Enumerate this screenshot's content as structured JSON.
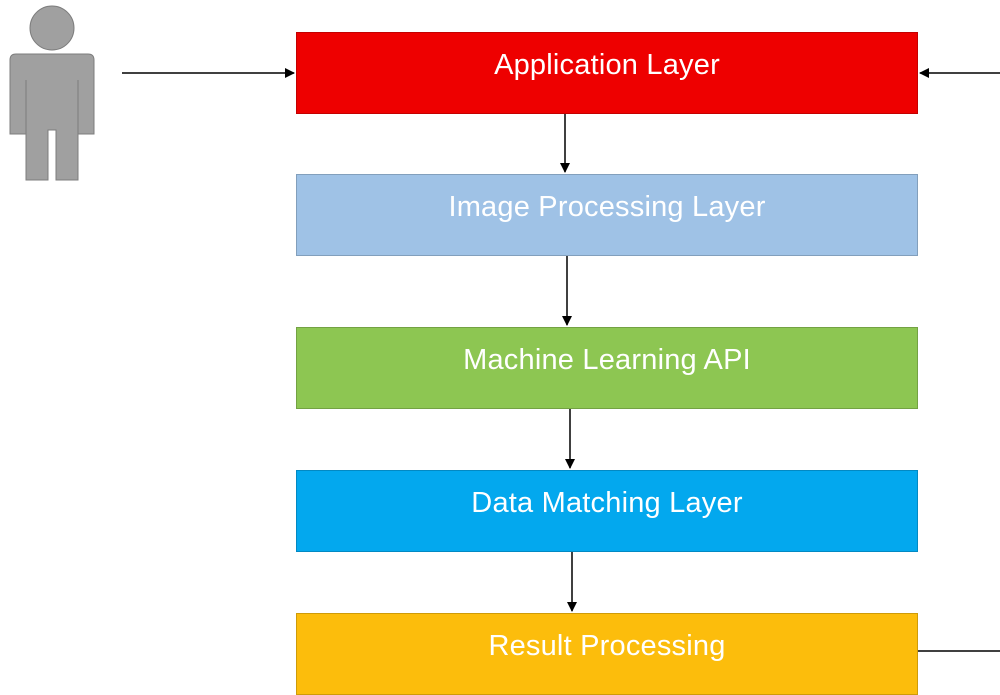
{
  "actor": {
    "icon": "user-icon"
  },
  "layers": [
    {
      "id": "application",
      "label": "Application Layer",
      "color": "#ee0000"
    },
    {
      "id": "image",
      "label": "Image Processing Layer",
      "color": "#9fc2e6"
    },
    {
      "id": "ml",
      "label": "Machine Learning API",
      "color": "#8dc652"
    },
    {
      "id": "data",
      "label": "Data Matching Layer",
      "color": "#03a8ee"
    },
    {
      "id": "result",
      "label": "Result Processing",
      "color": "#fcbd0c"
    }
  ],
  "connectors": {
    "user_to_application": "arrow",
    "feedback_to_application": "arrow",
    "flow_between_layers": "arrow"
  }
}
